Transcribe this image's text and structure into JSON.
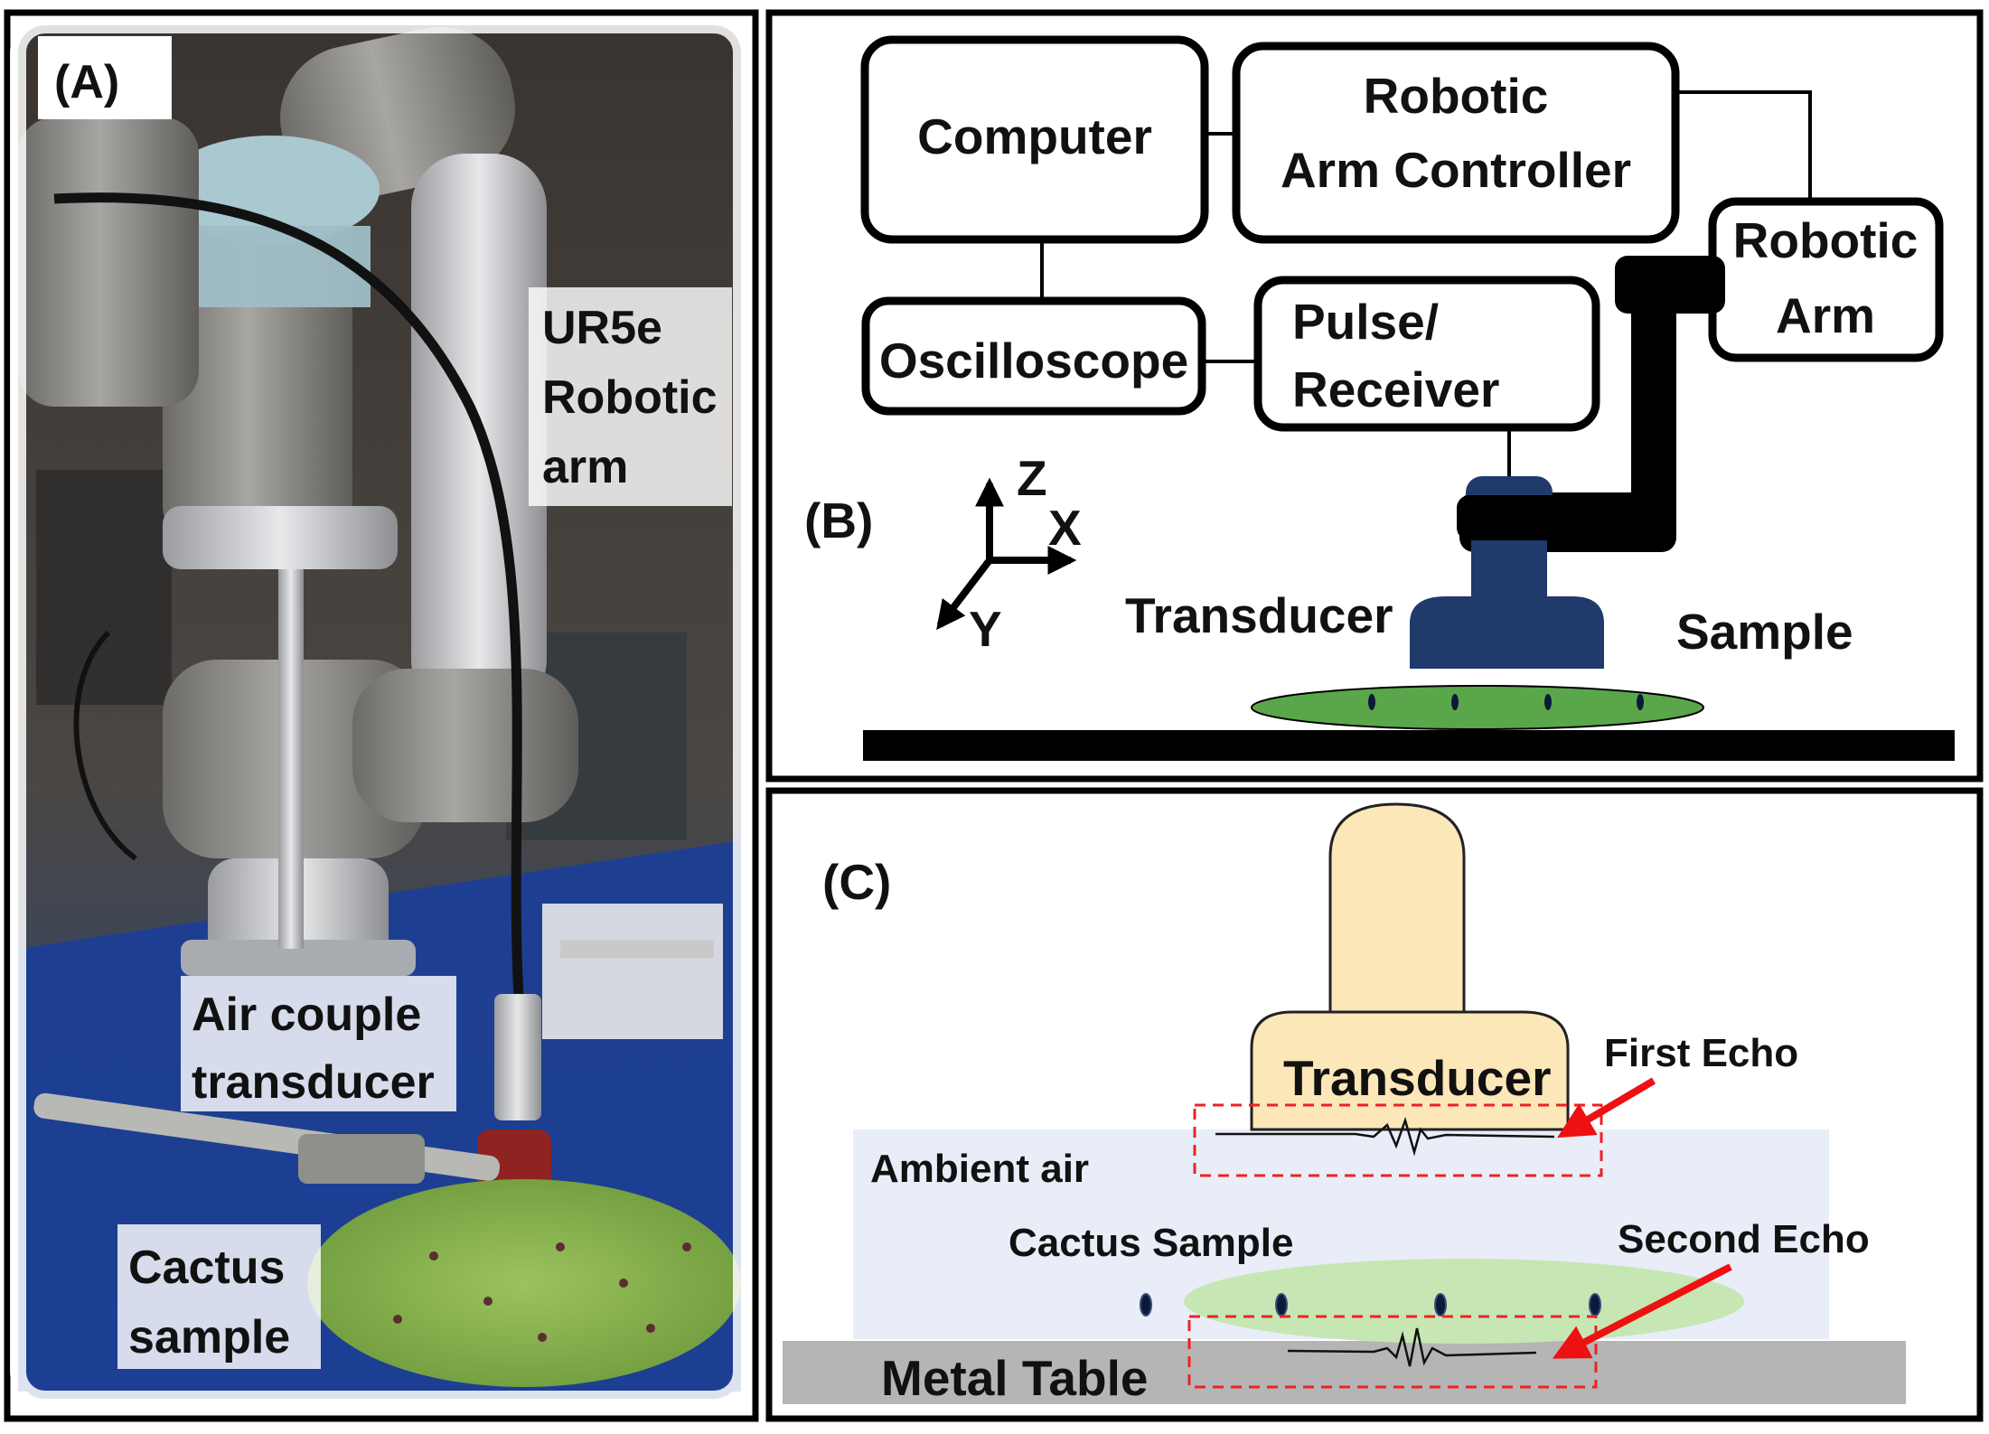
{
  "panel_a": {
    "tag": "(A)",
    "robot_label": [
      "UR5e",
      "Robotic",
      "arm"
    ],
    "transducer_label": [
      "Air couple",
      "transducer"
    ],
    "sample_label": [
      "Cactus",
      "sample"
    ]
  },
  "panel_b": {
    "tag": "(B)",
    "boxes": {
      "computer": [
        "Computer"
      ],
      "controller": [
        "Robotic",
        "Arm Controller"
      ],
      "oscilloscope": [
        "Oscilloscope"
      ],
      "pulser": [
        "Pulse/",
        "Receiver"
      ],
      "robotic_arm": [
        "Robotic",
        "Arm"
      ]
    },
    "axes": {
      "z": "Z",
      "x": "X",
      "y": "Y"
    },
    "transducer_label": "Transducer",
    "sample_label": "Sample",
    "colors": {
      "transducer": "#1f3a6b",
      "sample": "#5aa64a",
      "arm": "#000000"
    }
  },
  "panel_c": {
    "tag": "(C)",
    "transducer_label": "Transducer",
    "first_echo": "First Echo",
    "second_echo": "Second Echo",
    "ambient_air": "Ambient air",
    "cactus_sample": "Cactus Sample",
    "metal_table": "Metal Table",
    "colors": {
      "transducer": "#fbe7b8",
      "air": "#e8edf7",
      "cactus": "#c6e6b4",
      "table": "#b5b5b5",
      "arrow": "#ee1111"
    }
  }
}
